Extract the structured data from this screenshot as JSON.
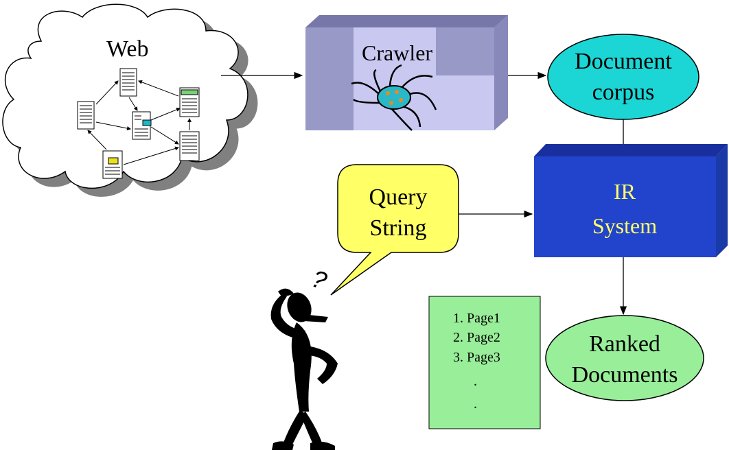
{
  "web": {
    "label": "Web"
  },
  "crawler": {
    "label": "Crawler"
  },
  "corpus": {
    "line1": "Document",
    "line2": "corpus"
  },
  "ir": {
    "line1": "IR",
    "line2": "System"
  },
  "query": {
    "line1": "Query",
    "line2": "String"
  },
  "user": {
    "question_mark": "?"
  },
  "results": {
    "items": [
      "1. Page1",
      "2. Page2",
      "3. Page3",
      ".",
      "."
    ]
  },
  "ranked": {
    "line1": "Ranked",
    "line2": "Documents"
  },
  "colors": {
    "cloud": "#ffffff",
    "crawler_face": "#c8c8f0",
    "crawler_dark": "#9999c8",
    "corpus_fill": "#1cd6d6",
    "ir_fill": "#2244cc",
    "ir_text": "#ffff66",
    "query_fill": "#ffff66",
    "results_fill": "#99ee99",
    "ranked_fill": "#99ee99"
  }
}
